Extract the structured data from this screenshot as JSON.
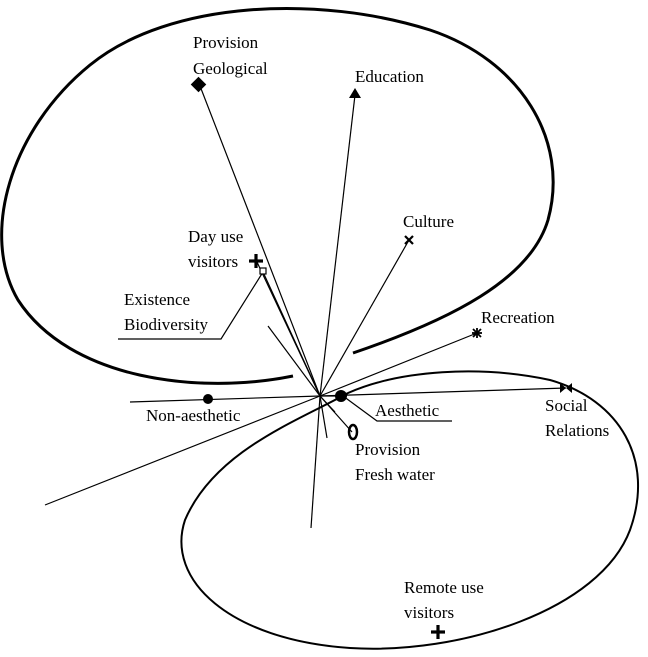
{
  "labels": {
    "provision_geological_1": "Provision",
    "provision_geological_2": "Geological",
    "education": "Education",
    "culture": "Culture",
    "day_use_1": "Day use",
    "day_use_2": "visitors",
    "existence_1": "Existence",
    "existence_2": "Biodiversity",
    "recreation": "Recreation",
    "non_aesthetic": "Non-aesthetic",
    "aesthetic": "Aesthetic",
    "social_1": "Social",
    "social_2": "Relations",
    "fresh_water_1": "Provision",
    "fresh_water_2": "Fresh water",
    "remote_1": "Remote use",
    "remote_2": "visitors"
  },
  "colors": {
    "ink": "#000000",
    "background": "#ffffff"
  }
}
